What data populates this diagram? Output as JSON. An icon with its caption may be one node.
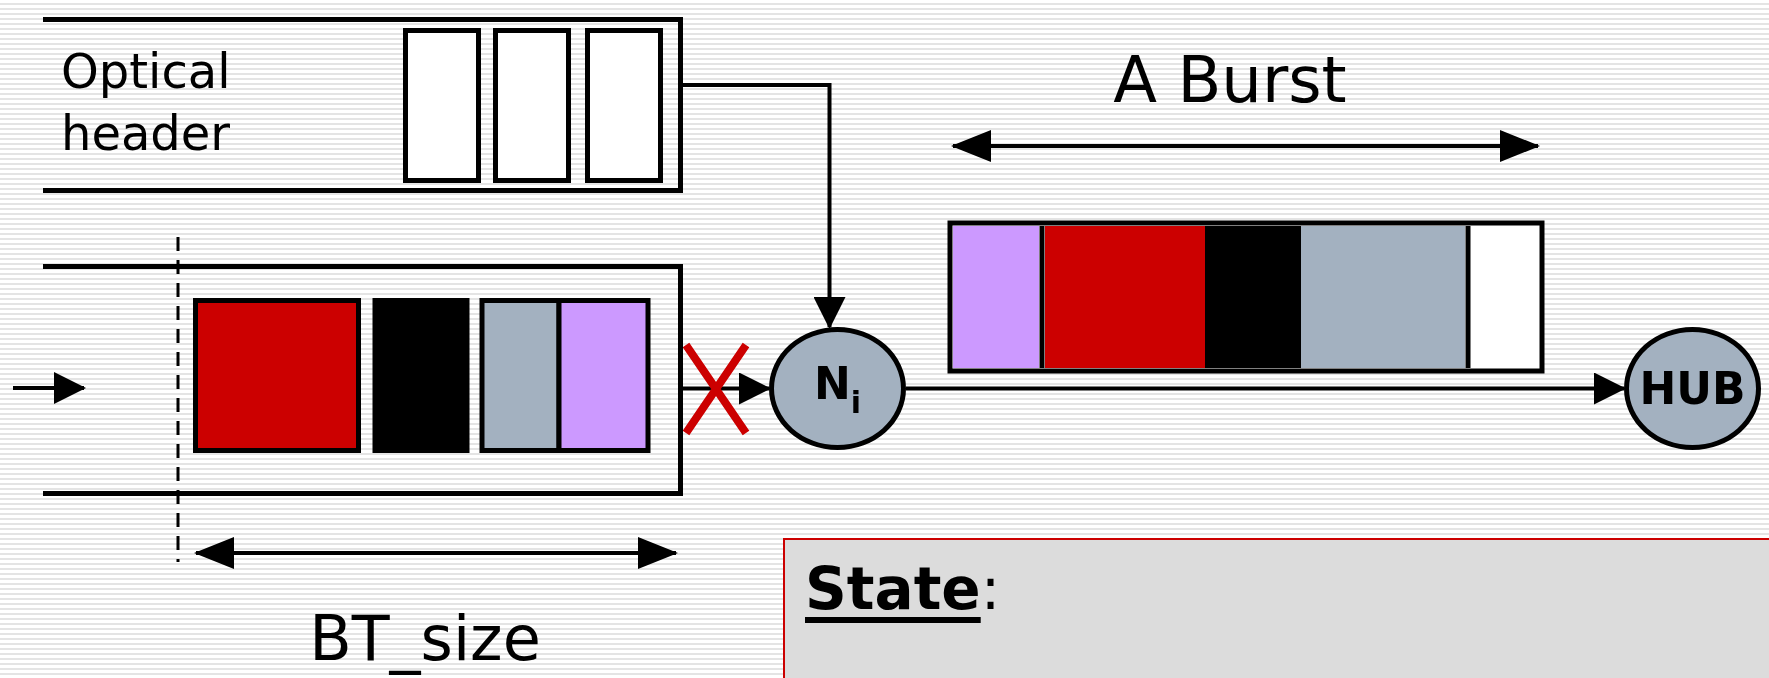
{
  "diagram": {
    "nodes": [
      {
        "text": [
          "Optical header"
        ]
      },
      {
        "text": [],
        "shape": "box"
      },
      {
        "text": [
          "N$_{i}$"
        ]
      },
      {
        "text": [
          "HUB"
        ]
      },
      {
        "text": [
          "**State**:"
        ]
      }
    ],
    "edges": [
      {
        "from": 0,
        "to": 2,
        "arrow": "to"
      },
      {
        "from": 1,
        "to": 2,
        "arrow": "to"
      },
      {
        "from": 2,
        "to": 3,
        "arrow": "to"
      }
    ],
    "labels": [
      "A Burst",
      "BT_size"
    ]
  }
}
